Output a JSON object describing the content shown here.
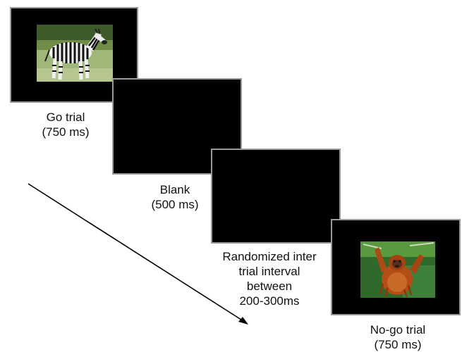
{
  "stages": {
    "go": {
      "name": "Go trial",
      "duration": "(750 ms)"
    },
    "blank": {
      "name": "Blank",
      "duration": "(500 ms)"
    },
    "iti": {
      "line1": "Randomized inter",
      "line2": "trial interval",
      "line3": "between",
      "line4": "200-300ms"
    },
    "nogo": {
      "name": "No-go trial",
      "duration": "(750 ms)"
    }
  },
  "icons": {
    "go_image": "zebra-photo",
    "nogo_image": "orangutan-photo",
    "time_arrow": "arrow-down-right"
  },
  "colors": {
    "screen": "#000000",
    "screen_border": "#9a9a9a",
    "arrow": "#000000"
  }
}
